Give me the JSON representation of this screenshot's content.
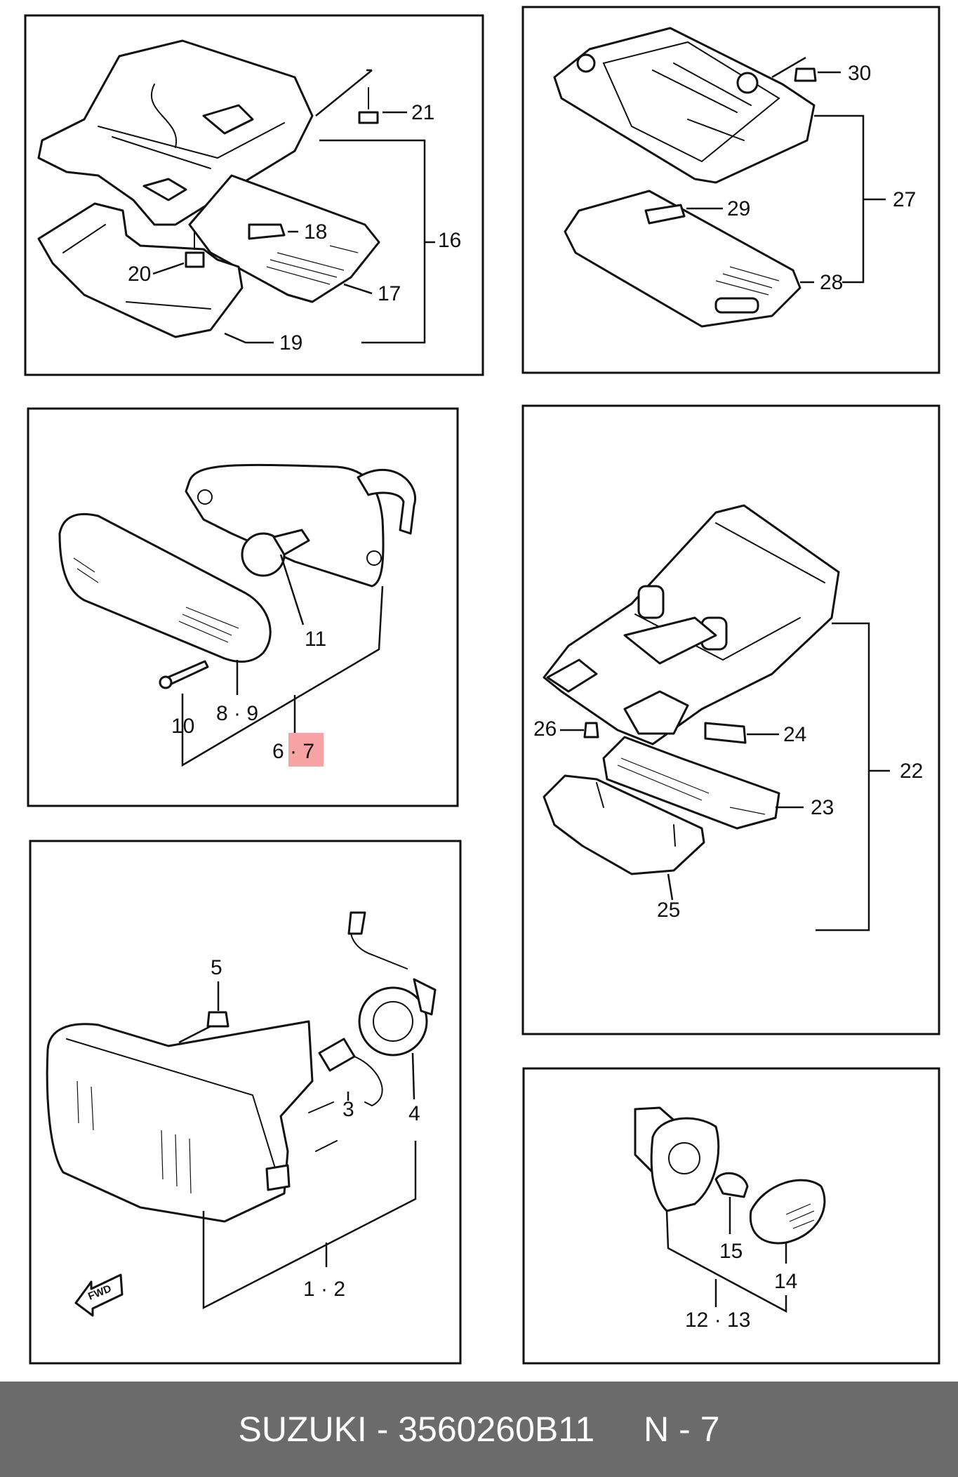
{
  "callouts": {
    "c1_2": "1 · 2",
    "c3": "3",
    "c4": "4",
    "c5": "5",
    "c6_7": "6 · 7",
    "c8_9": "8 · 9",
    "c10": "10",
    "c11": "11",
    "c12_13": "12 · 13",
    "c14": "14",
    "c15": "15",
    "c16": "16",
    "c17": "17",
    "c18": "18",
    "c19": "19",
    "c20": "20",
    "c21": "21",
    "c22": "22",
    "c23": "23",
    "c24": "24",
    "c25": "25",
    "c26": "26",
    "c27": "27",
    "c28": "28",
    "c29": "29",
    "c30": "30"
  },
  "fwd_label": "FWD",
  "highlighted_callout": "6 · 7",
  "highlight_color": "#f7a3a3",
  "footer": {
    "part_label": "SUZUKI - 3560260B11",
    "page_label": "N - 7"
  }
}
